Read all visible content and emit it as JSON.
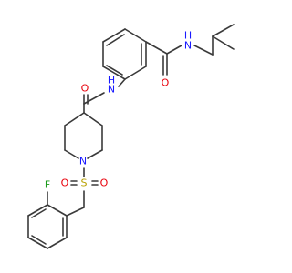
{
  "molecule": {
    "atom_labels": {
      "amide_top_nh": "N",
      "amide_top_h": "H",
      "amide_top_o": "O",
      "amide_mid_nh": "N",
      "amide_mid_h": "H",
      "amide_mid_o": "O",
      "piperidine_n": "N",
      "sulfonyl_s": "S",
      "sulfonyl_o_left": "O",
      "sulfonyl_o_right": "O",
      "fluoro_f": "F"
    }
  },
  "colors": {
    "bond": "#3a3a3a",
    "oxygen": "#e8000b",
    "nitrogen": "#1a1aff",
    "sulfur": "#b8a000",
    "fluorine": "#1a9a1a"
  }
}
